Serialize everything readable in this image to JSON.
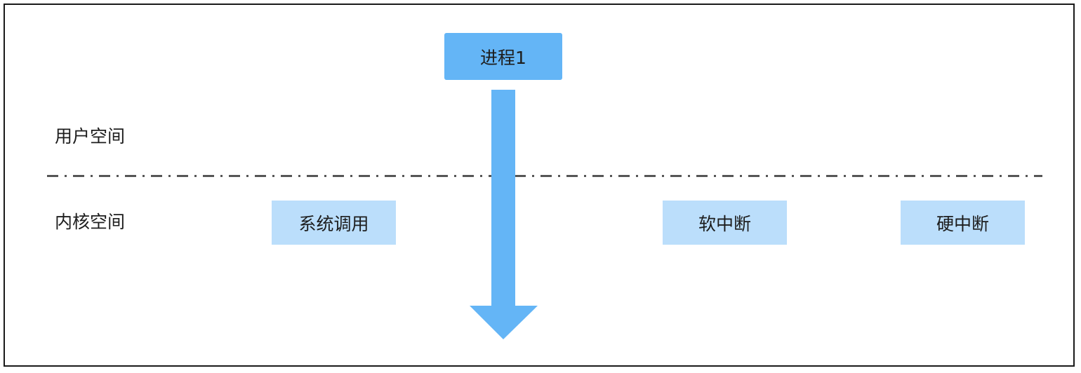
{
  "diagram": {
    "process": {
      "label": "进程1",
      "color": "#64b5f6"
    },
    "regions": {
      "user_space": "用户空间",
      "kernel_space": "内核空间"
    },
    "kernel_items": [
      {
        "label": "系统调用"
      },
      {
        "label": "软中断"
      },
      {
        "label": "硬中断"
      }
    ],
    "colors": {
      "arrow": "#64b5f6",
      "kernel_box": "#bbdefb",
      "divider": "#333333",
      "border": "#1a1a1a"
    }
  }
}
